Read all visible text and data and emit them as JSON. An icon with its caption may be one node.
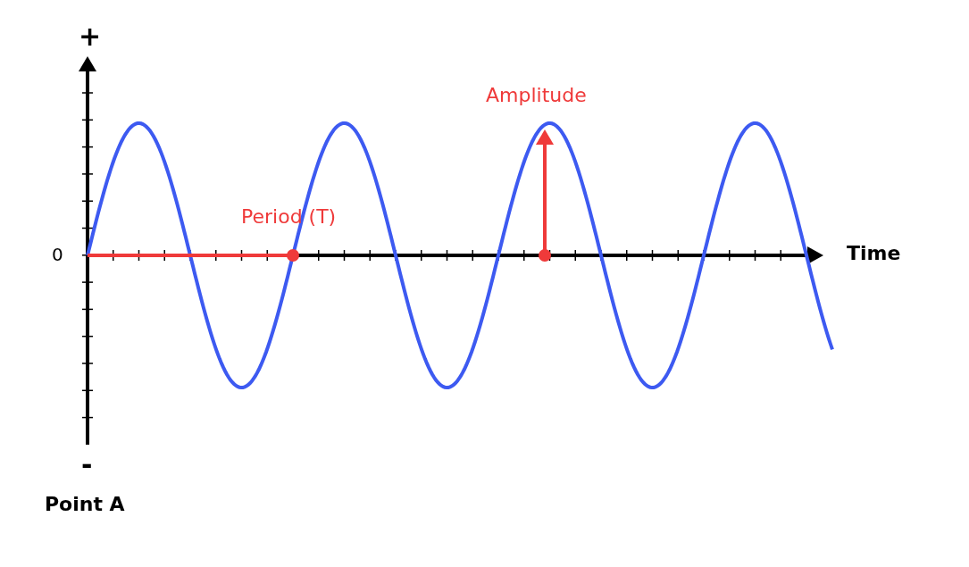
{
  "diagram": {
    "labels": [
      "+",
      "Amplitude",
      "Period (T)",
      "0",
      "Time",
      "-",
      "Point A"
    ]
  }
}
